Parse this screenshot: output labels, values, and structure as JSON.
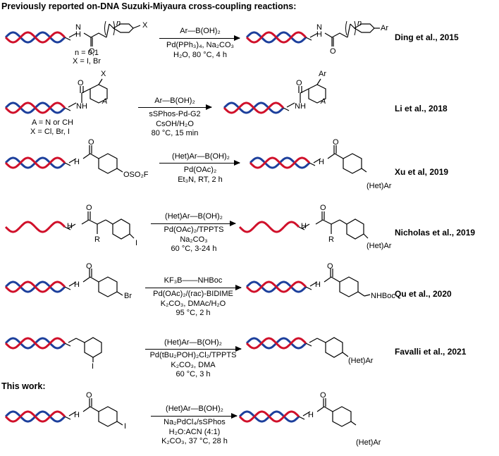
{
  "headings": {
    "previous": "Previously reported on-DNA Suzuki-Miyaura cross-coupling reactions:",
    "this_work": "This work:"
  },
  "reactions": [
    {
      "citation": "Ding et al., 2015",
      "conditions": [
        "Ar—B(OH)₂",
        "Pd(PPh₃)₄, Na₂CO₃",
        "H₂O, 80 °C, 4 h"
      ],
      "notes": [
        "n = 0,1",
        "X = I, Br"
      ],
      "sm_sub": "X",
      "prod_sub": "Ar",
      "index": "n"
    },
    {
      "citation": "Li et al., 2018",
      "conditions": [
        "Ar—B(OH)₂",
        "sSPhos-Pd-G2",
        "CsOH/H₂O",
        "80 °C, 15 min"
      ],
      "notes": [
        "A = N or CH",
        "X = Cl, Br, I"
      ],
      "sm_sub": "X",
      "prod_sub": "Ar",
      "ring_atom": "A",
      "nh": "NH"
    },
    {
      "citation": "Xu et al, 2019",
      "conditions": [
        "(Het)Ar—B(OH)₂",
        "Pd(OAc)₂",
        "Et₃N, RT, 2 h"
      ],
      "sm_sub": "OSO₂F",
      "prod_sub": "(Het)Ar"
    },
    {
      "citation": "Nicholas et al., 2019",
      "conditions": [
        "(Het)Ar—B(OH)₂",
        "Pd(OAc)₂/TPPTS",
        "Na₂CO₃",
        "60 °C, 3-24 h"
      ],
      "sm_sub": "I",
      "prod_sub": "(Het)Ar",
      "r_group": "R"
    },
    {
      "citation": "Qu et al., 2020",
      "conditions": [
        "KF₃B——NHBoc",
        "Pd(OAc)₂/(rac)-BIDIME",
        "K₂CO₃, DMAc/H₂O",
        "95 °C, 2 h"
      ],
      "sm_sub": "Br",
      "prod_sub": "NHBoc"
    },
    {
      "citation": "Favalli et al., 2021",
      "conditions": [
        "(Het)Ar—B(OH)₂",
        "Pd(tBu₂POH)₂Cl₂/TPPTS",
        "K₂CO₃, DMA",
        "60 °C, 3 h"
      ],
      "sm_sub": "I",
      "prod_sub": "(Het)Ar"
    },
    {
      "citation": "",
      "conditions": [
        "(Het)Ar—B(OH)₂",
        "Na₂PdCl₄/sSPhos",
        "H₂O:ACN (4:1)",
        "K₂CO₃, 37 °C, 28 h"
      ],
      "sm_sub": "I",
      "prod_sub": "(Het)Ar"
    }
  ],
  "common": {
    "nh": "H",
    "n": "N",
    "o": "O"
  },
  "colors": {
    "dna_red": "#d0102a",
    "dna_blue": "#1c3f9c",
    "ink": "#000000"
  }
}
